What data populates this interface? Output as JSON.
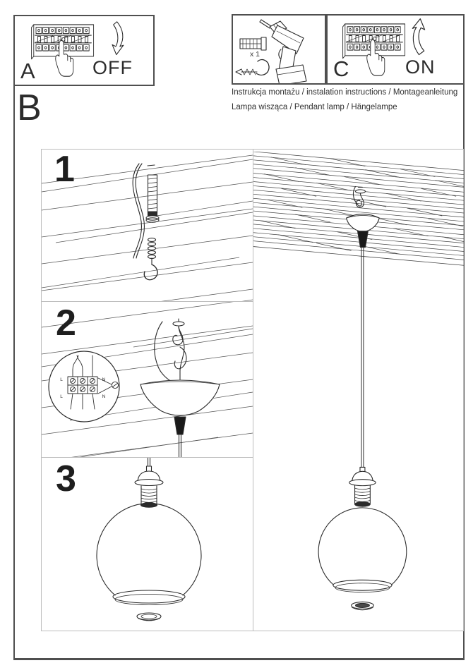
{
  "document": {
    "title_line1": "Instrukcja montażu / instalation instructions / Montageanleitung",
    "title_line2": "Lampa wisząca / Pendant lamp / Hängelampe"
  },
  "panel_a": {
    "label": "A",
    "switch_state": "OFF"
  },
  "panel_tools": {
    "quantity": "x 1"
  },
  "panel_c": {
    "label": "C",
    "switch_state": "ON"
  },
  "section_b": {
    "label": "B"
  },
  "steps": [
    {
      "number": "1"
    },
    {
      "number": "2"
    },
    {
      "number": "3"
    }
  ],
  "wiring": {
    "top_left": "L",
    "top_right": "N",
    "bottom_left": "L",
    "bottom_right": "N"
  },
  "colors": {
    "ink": "#2b2b2b",
    "frame_dark": "#4f4f4f",
    "frame_light": "#bdbdbd",
    "background": "#ffffff",
    "grip_black": "#1a1a1a"
  }
}
